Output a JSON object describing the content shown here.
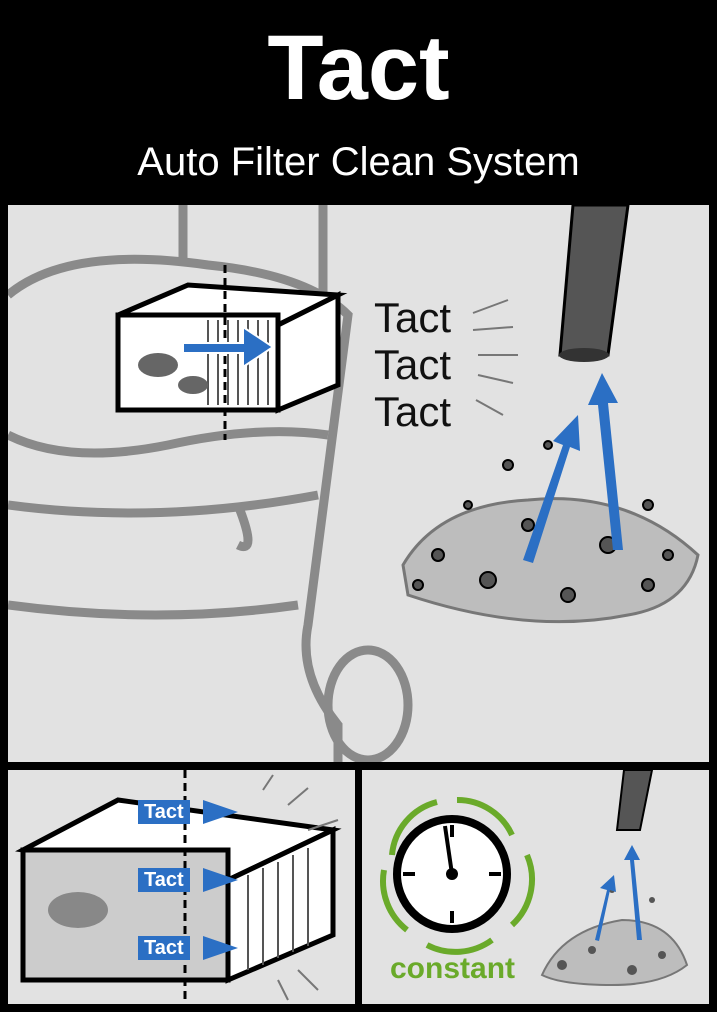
{
  "header": {
    "title": "Tact",
    "subtitle": "Auto Filter Clean System"
  },
  "main_panel": {
    "tact_words": [
      "Tact",
      "Tact",
      "Tact"
    ]
  },
  "filter_panel": {
    "tags": [
      "Tact",
      "Tact",
      "Tact"
    ]
  },
  "constant_panel": {
    "label": "constant"
  },
  "colors": {
    "accent_blue": "#2b6fc4",
    "accent_green": "#6aaa2a",
    "panel_bg": "#e2e2e2"
  }
}
